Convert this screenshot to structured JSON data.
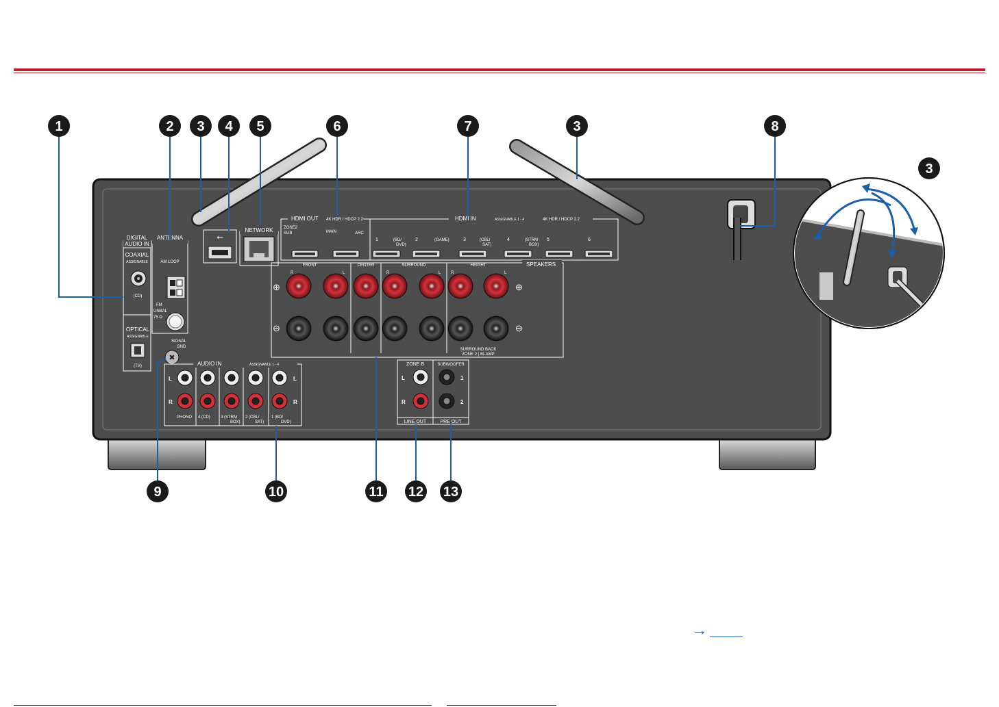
{
  "callouts": [
    "1",
    "2",
    "3",
    "4",
    "5",
    "6",
    "7",
    "3",
    "8",
    "3",
    "9",
    "10",
    "11",
    "12",
    "13"
  ],
  "panel": {
    "digital_audio_in": "DIGITAL",
    "digital_audio_in2": "AUDIO IN",
    "antenna": "ANTENNA",
    "coaxial": "COAXIAL",
    "assignable": "ASSIGNABLE",
    "cd": "(CD)",
    "am_loop": "AM LOOP",
    "fm": "FM",
    "unbal": "UNBAL",
    "ohm": "75 Ω",
    "optical": "OPTICAL",
    "tv": "(TV)",
    "signal_gnd": "SIGNAL",
    "gnd": "GND",
    "network": "NETWORK",
    "hdmi_out": "HDMI OUT",
    "hdmi_out_spec": "4K HDR / HDCP 2.2",
    "zone2": "ZONE2",
    "sub": "SUB",
    "main": "MAIN",
    "arc": "ARC",
    "hdmi_in": "HDMI IN",
    "assignable_1_4": "ASSIGNABLE 1 - 4",
    "hdmi_in_spec": "4K HDR / HDCP 2.2",
    "hdmi_inputs": [
      "1",
      "(BD/",
      "DVD)",
      "2",
      "(GAME)",
      "3",
      "(CBL/",
      "SAT)",
      "4",
      "(STRM",
      "BOX)",
      "5",
      "6"
    ],
    "front": "FRONT",
    "center": "CENTER",
    "surround": "SURROUND",
    "height": "HEIGHT",
    "speakers": "SPEAKERS",
    "r": "R",
    "l": "L",
    "plus": "⊕",
    "minus": "⊖",
    "surround_back": "SURROUND BACK",
    "zone2_biamp": "ZONE 2 | BI-AMP",
    "audio_in": "AUDIO IN",
    "audio_in_assign": "ASSIGNABLE 1 - 4",
    "audio_inputs": [
      "PHONO",
      "4 (CD)",
      "3 (STRM",
      "BOX)",
      "2 (CBL/",
      "SAT)",
      "1 (BD/",
      "DVD)"
    ],
    "zone_b": "ZONE B",
    "line_out": "LINE OUT",
    "subwoofer": "SUBWOOFER",
    "pre_out": "PRE OUT",
    "one": "1",
    "two": "2"
  },
  "arrow_glyph": "→",
  "colors": {
    "accent_red": "#b8202e",
    "callout_bg": "#1a1a1a",
    "leader_blue": "#1d5ea8",
    "chassis": "#4a4a4a",
    "terminal_red": "#c1262e"
  }
}
